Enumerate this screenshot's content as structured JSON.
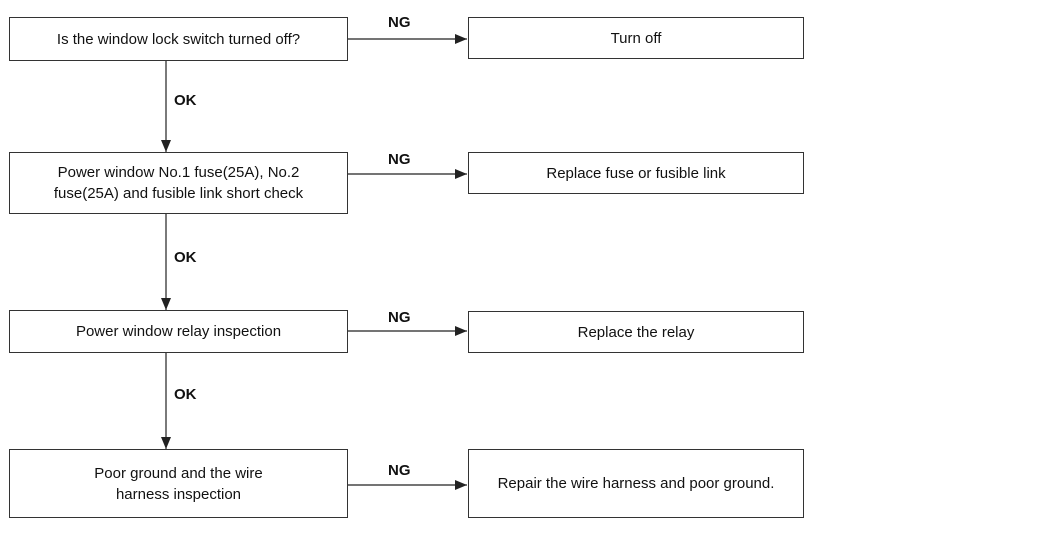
{
  "steps": [
    {
      "check": "Is the window lock switch turned off?",
      "yes": "OK",
      "no": "NG",
      "action": "Turn off"
    },
    {
      "check": "Power window No.1 fuse(25A), No.2 fuse(25A) and fusible link short check",
      "yes": "OK",
      "no": "NG",
      "action": "Replace fuse or fusible link"
    },
    {
      "check": "Power window relay inspection",
      "yes": "OK",
      "no": "NG",
      "action": "Replace the relay"
    },
    {
      "check": "Poor ground and the wire harness inspection",
      "no": "NG",
      "action": "Repair the wire harness and poor ground."
    }
  ]
}
